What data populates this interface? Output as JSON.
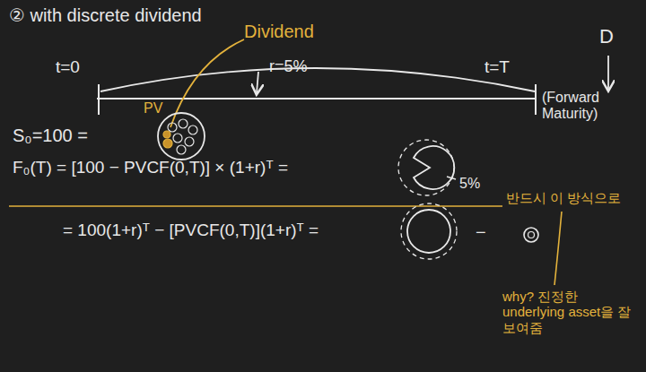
{
  "diagram": {
    "labels": [
      "② with discrete dividend",
      "Dividend",
      "D",
      "t=0",
      "r=5%",
      "t=T",
      "(Forward Maturity)",
      "PV",
      "S₀=100 =",
      "F₀(T) = [100 − PVCF(0,T)] × (1+r)ᵀ =",
      "5%",
      "= 100(1+r)ᵀ − [PVCF(0,T)](1+r)ᵀ =",
      "−",
      "반드시 이 방식으로",
      "why? 진정한 underlying asset을 잘 보여줌"
    ]
  }
}
